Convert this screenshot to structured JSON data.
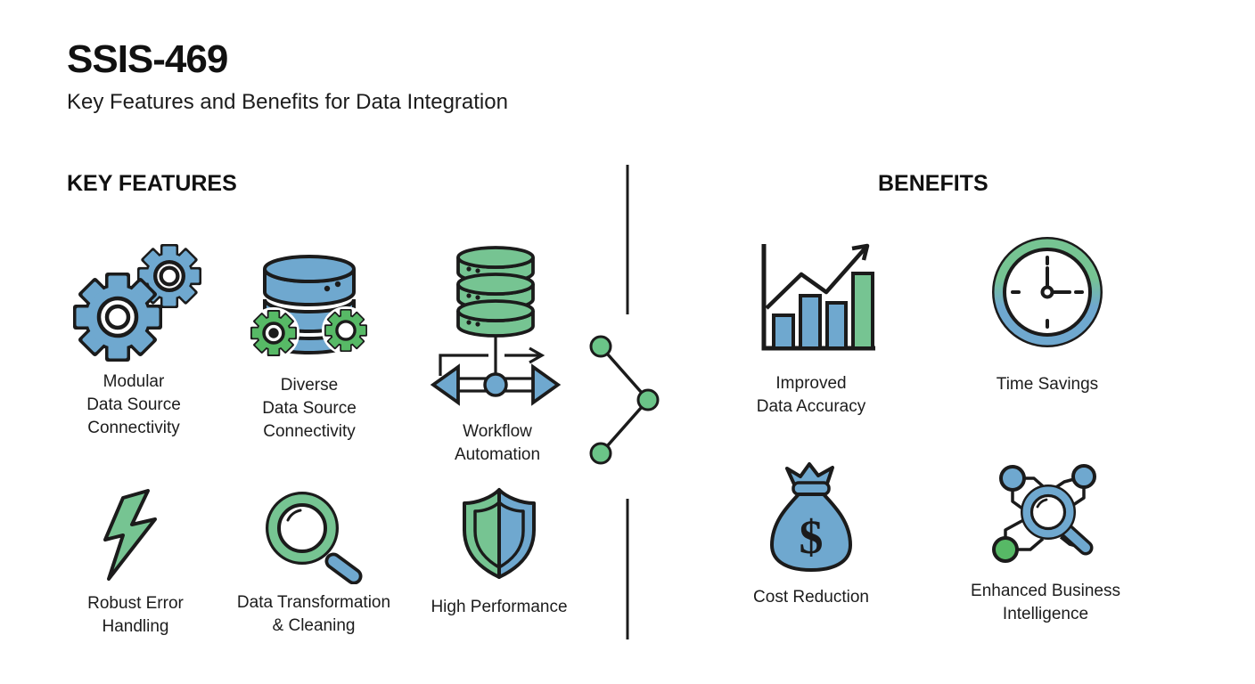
{
  "header": {
    "title": "SSIS-469",
    "subtitle": "Key Features and Benefits for Data Integration"
  },
  "features": {
    "heading": "KEY FEATURES",
    "items": [
      {
        "icon": "gears-icon",
        "label": "Modular\nData Source\nConnectivity"
      },
      {
        "icon": "database-gears-icon",
        "label": "Diverse\nData Source\nConnectivity"
      },
      {
        "icon": "database-workflow-icon",
        "label": "Workflow\nAutomation"
      },
      {
        "icon": "lightning-bolt-icon",
        "label": "Robust Error\nHandling"
      },
      {
        "icon": "magnifying-glass-icon",
        "label": "Data Transformation\n& Cleaning"
      },
      {
        "icon": "shield-icon",
        "label": "High Performance"
      }
    ]
  },
  "benefits": {
    "heading": "BENEFITS",
    "items": [
      {
        "icon": "growth-bar-chart-icon",
        "label": "Improved\nData Accuracy"
      },
      {
        "icon": "clock-icon",
        "label": "Time Savings"
      },
      {
        "icon": "money-bag-icon",
        "label": "Cost Reduction",
        "symbol": "$"
      },
      {
        "icon": "network-analysis-icon",
        "label": "Enhanced Business\nIntelligence"
      }
    ]
  },
  "divider": {
    "connector": "chevron-right-connector"
  },
  "colors": {
    "blue": "#6fa8cf",
    "green": "#76c492",
    "gear_green": "#57b966",
    "outline": "#1b1b1b",
    "text": "#1c1c1c"
  }
}
